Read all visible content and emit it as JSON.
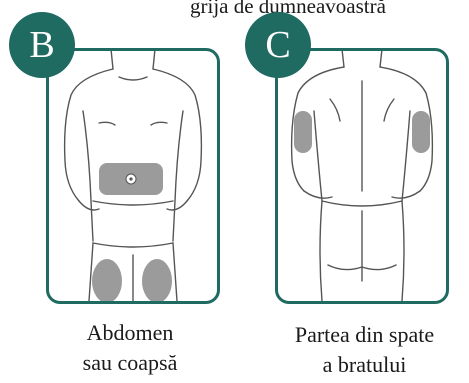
{
  "top_text": "grija de dumneavoastră",
  "panels": {
    "b": {
      "badge": "B",
      "caption_line1": "Abdomen",
      "caption_line2": "sau coapsă"
    },
    "c": {
      "badge": "C",
      "caption_line1": "Partea din spate",
      "caption_line2": "a bratului"
    }
  },
  "colors": {
    "accent": "#1f6b62",
    "injection_zone": "#9b9b9b",
    "outline": "#555555"
  }
}
